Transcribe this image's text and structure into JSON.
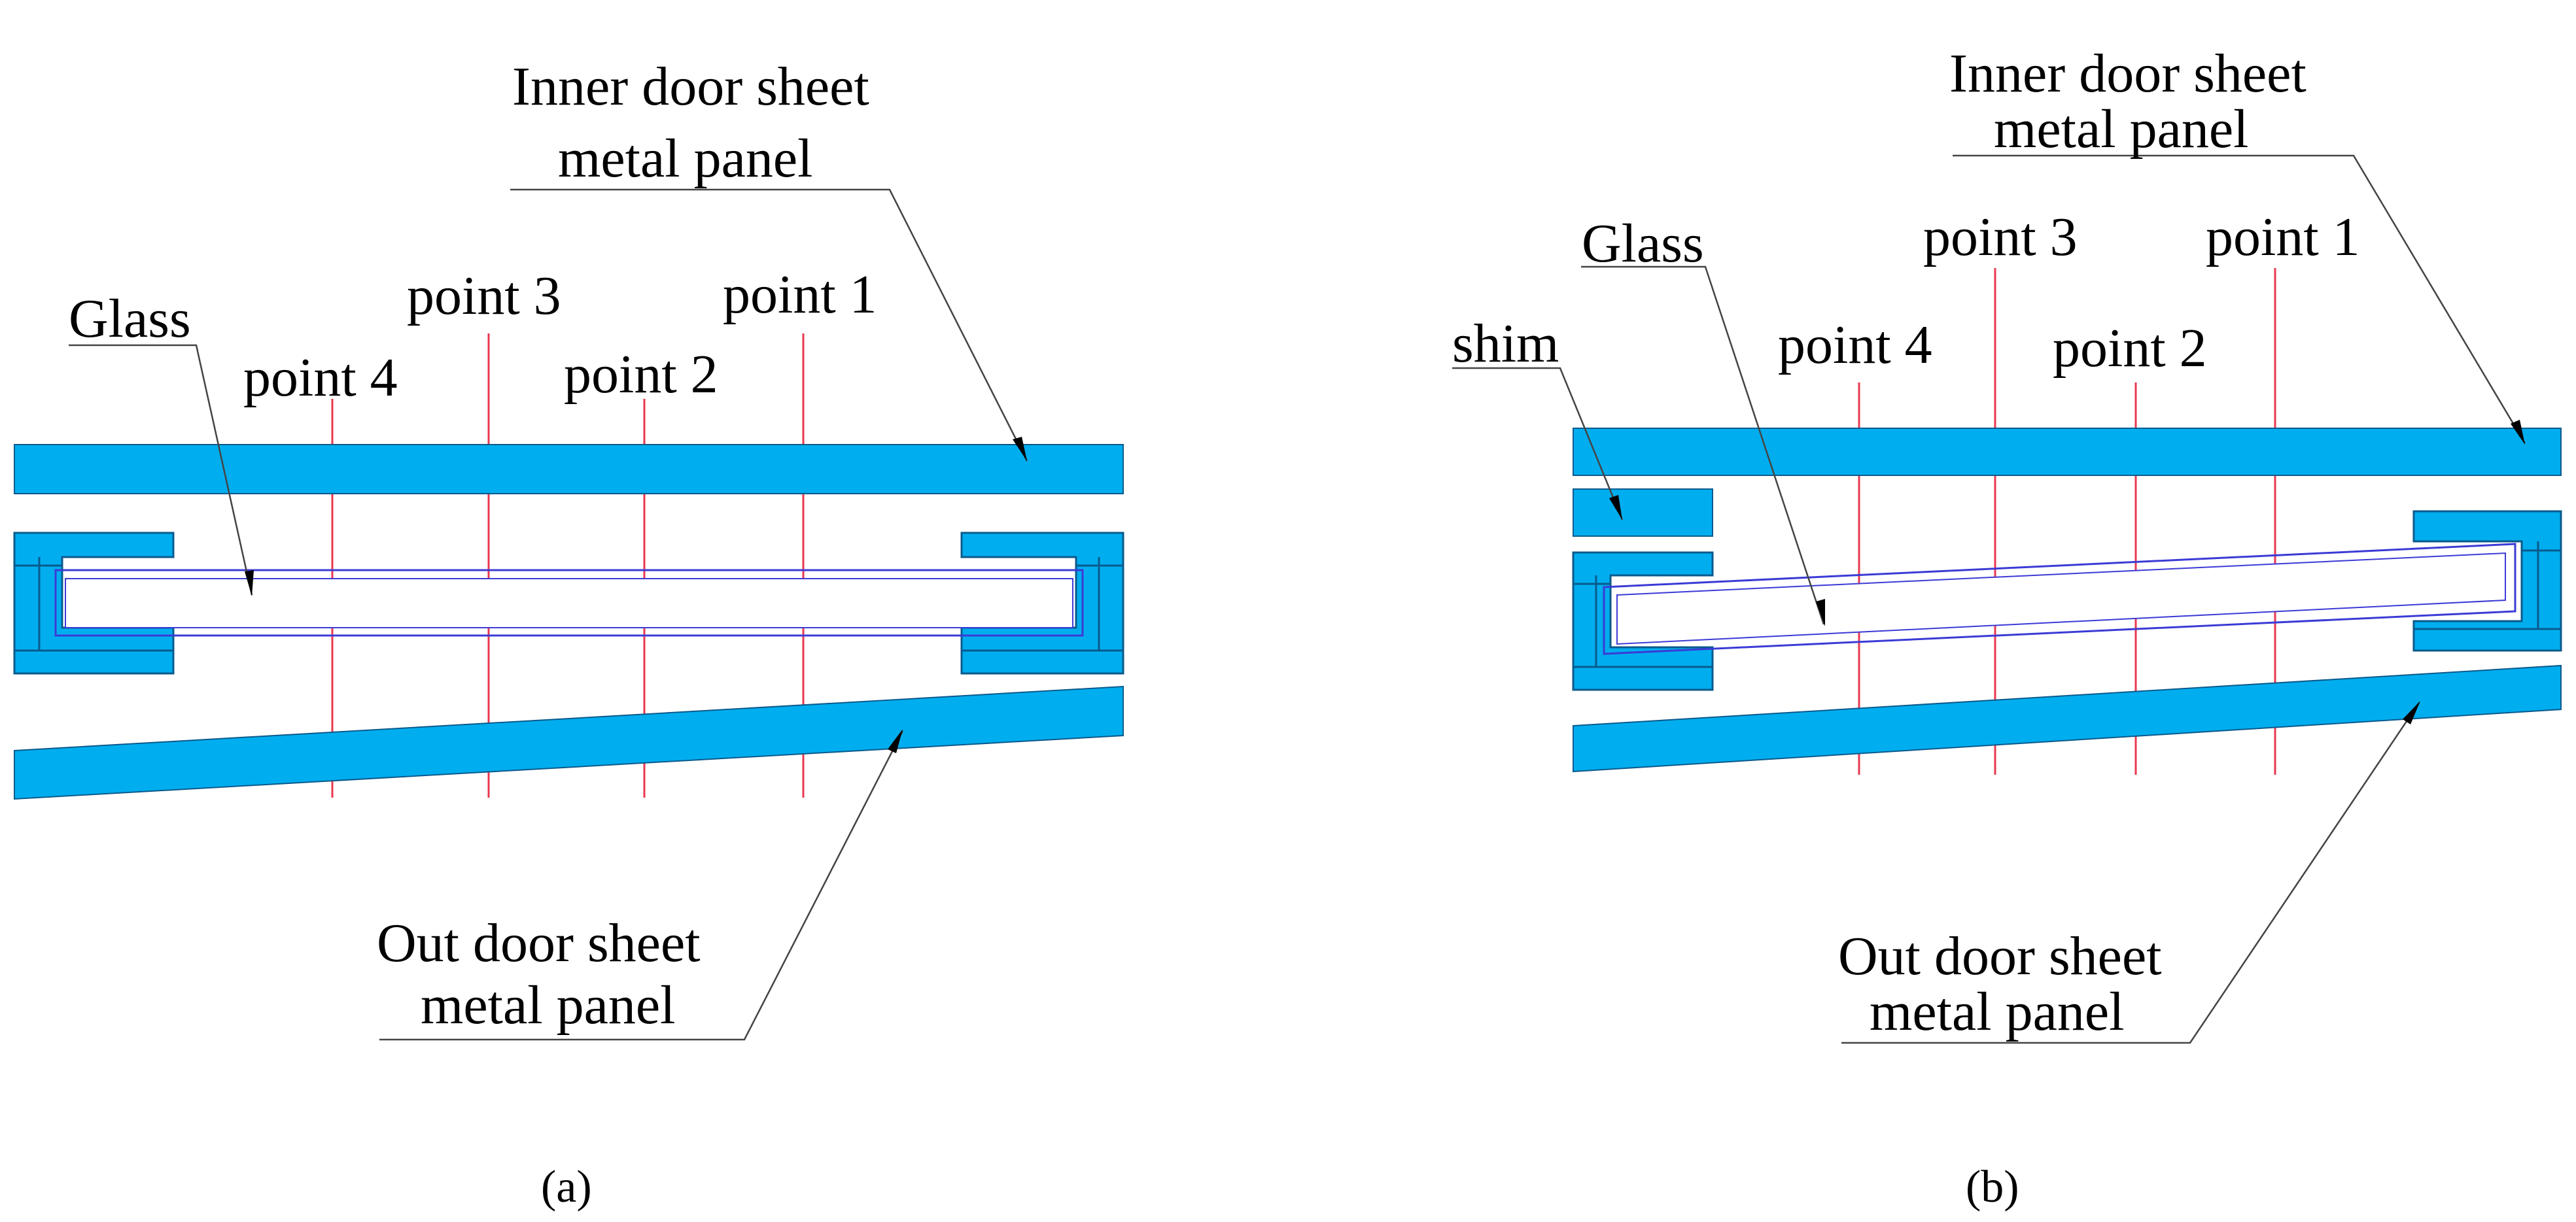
{
  "panel_a": {
    "inner_label": [
      "Inner door sheet",
      "metal panel"
    ],
    "outer_label": [
      "Out door sheet",
      "metal panel"
    ],
    "glass_label": "Glass",
    "point_labels": [
      "point 1",
      "point 2",
      "point 3",
      "point 4"
    ],
    "caption": "(a)"
  },
  "panel_b": {
    "inner_label": [
      "Inner door sheet",
      "metal panel"
    ],
    "outer_label": [
      "Out door sheet",
      "metal panel"
    ],
    "glass_label": "Glass",
    "shim_label": "shim",
    "point_labels": [
      "point 1",
      "point 2",
      "point 3",
      "point 4"
    ],
    "caption": "(b)"
  },
  "colors": {
    "panel_fill": "#00AEEF",
    "panel_stroke": "#0a5a8c",
    "glass_stroke": "#3b3bd6",
    "point_line": "#e8384f",
    "leader_line": "#444444"
  }
}
